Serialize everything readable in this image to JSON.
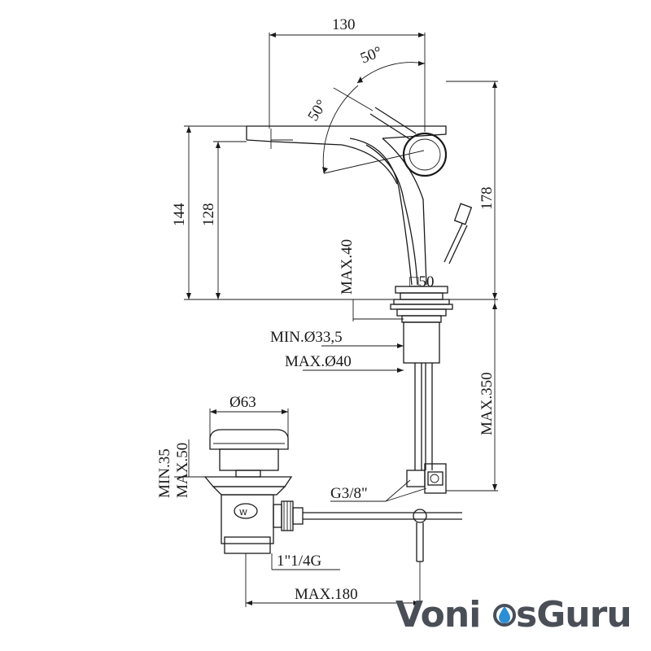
{
  "drawing": {
    "dims": {
      "top_width": "130",
      "angle_right": "50°",
      "angle_left": "50°",
      "height_total_spout": "144",
      "height_spout_bottom": "128",
      "height_max_right": "178",
      "max_deck": "MAX.40",
      "base_square": "□50",
      "min_hole": "MIN.Ø33,5",
      "max_hole": "MAX.Ø40",
      "max_hose": "MAX.350",
      "cap_diameter": "Ø63",
      "waste_min": "MIN.35",
      "waste_max": "MAX.50",
      "connection": "G3/8\"",
      "waste_thread": "1\"1/4G",
      "max_reach": "MAX.180"
    }
  },
  "brand": {
    "part1": "Voni",
    "part2": "sGuru",
    "colors": {
      "text": "#4a4f57",
      "drop": "#2b8fd6"
    }
  }
}
